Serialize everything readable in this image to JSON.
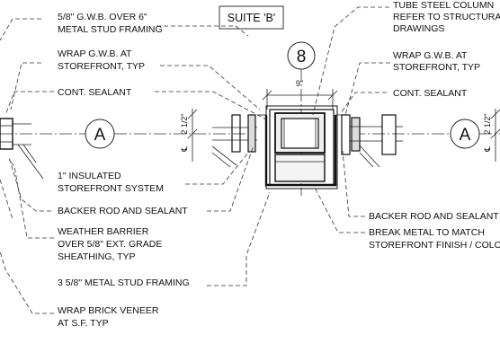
{
  "suite_label": "SUITE 'B'",
  "grid_column": "8",
  "grid_row_left": "A",
  "grid_row_right": "A",
  "dimensions": {
    "top_width": "9\"",
    "offset_left": "2 1/2\"",
    "offset_right": "2 1/2\"",
    "centerline_symbol": "℄"
  },
  "left_notes": [
    [
      "5/8\" G.W.B. OVER 6\"",
      "METAL STUD FRAMING"
    ],
    [
      "WRAP G.W.B. AT",
      "STOREFRONT, TYP"
    ],
    [
      "CONT. SEALANT"
    ],
    [
      "1\" INSULATED",
      "STOREFRONT SYSTEM"
    ],
    [
      "BACKER ROD AND SEALANT"
    ],
    [
      "WEATHER BARRIER",
      "OVER 5/8\" EXT. GRADE",
      "SHEATHING, TYP"
    ],
    [
      "3 5/8\" METAL STUD FRAMING"
    ],
    [
      "WRAP BRICK VENEER",
      "AT S.F. TYP"
    ]
  ],
  "right_notes": [
    [
      "TUBE STEEL COLUMN",
      "REFER TO STRUCTURAL",
      "DRAWINGS"
    ],
    [
      "WRAP G.W.B. AT",
      "STOREFRONT, TYP"
    ],
    [
      "CONT. SEALANT"
    ],
    [
      "BACKER ROD AND SEALANT"
    ],
    [
      "BREAK METAL TO MATCH",
      "STOREFRONT FINISH / COLOR"
    ]
  ]
}
